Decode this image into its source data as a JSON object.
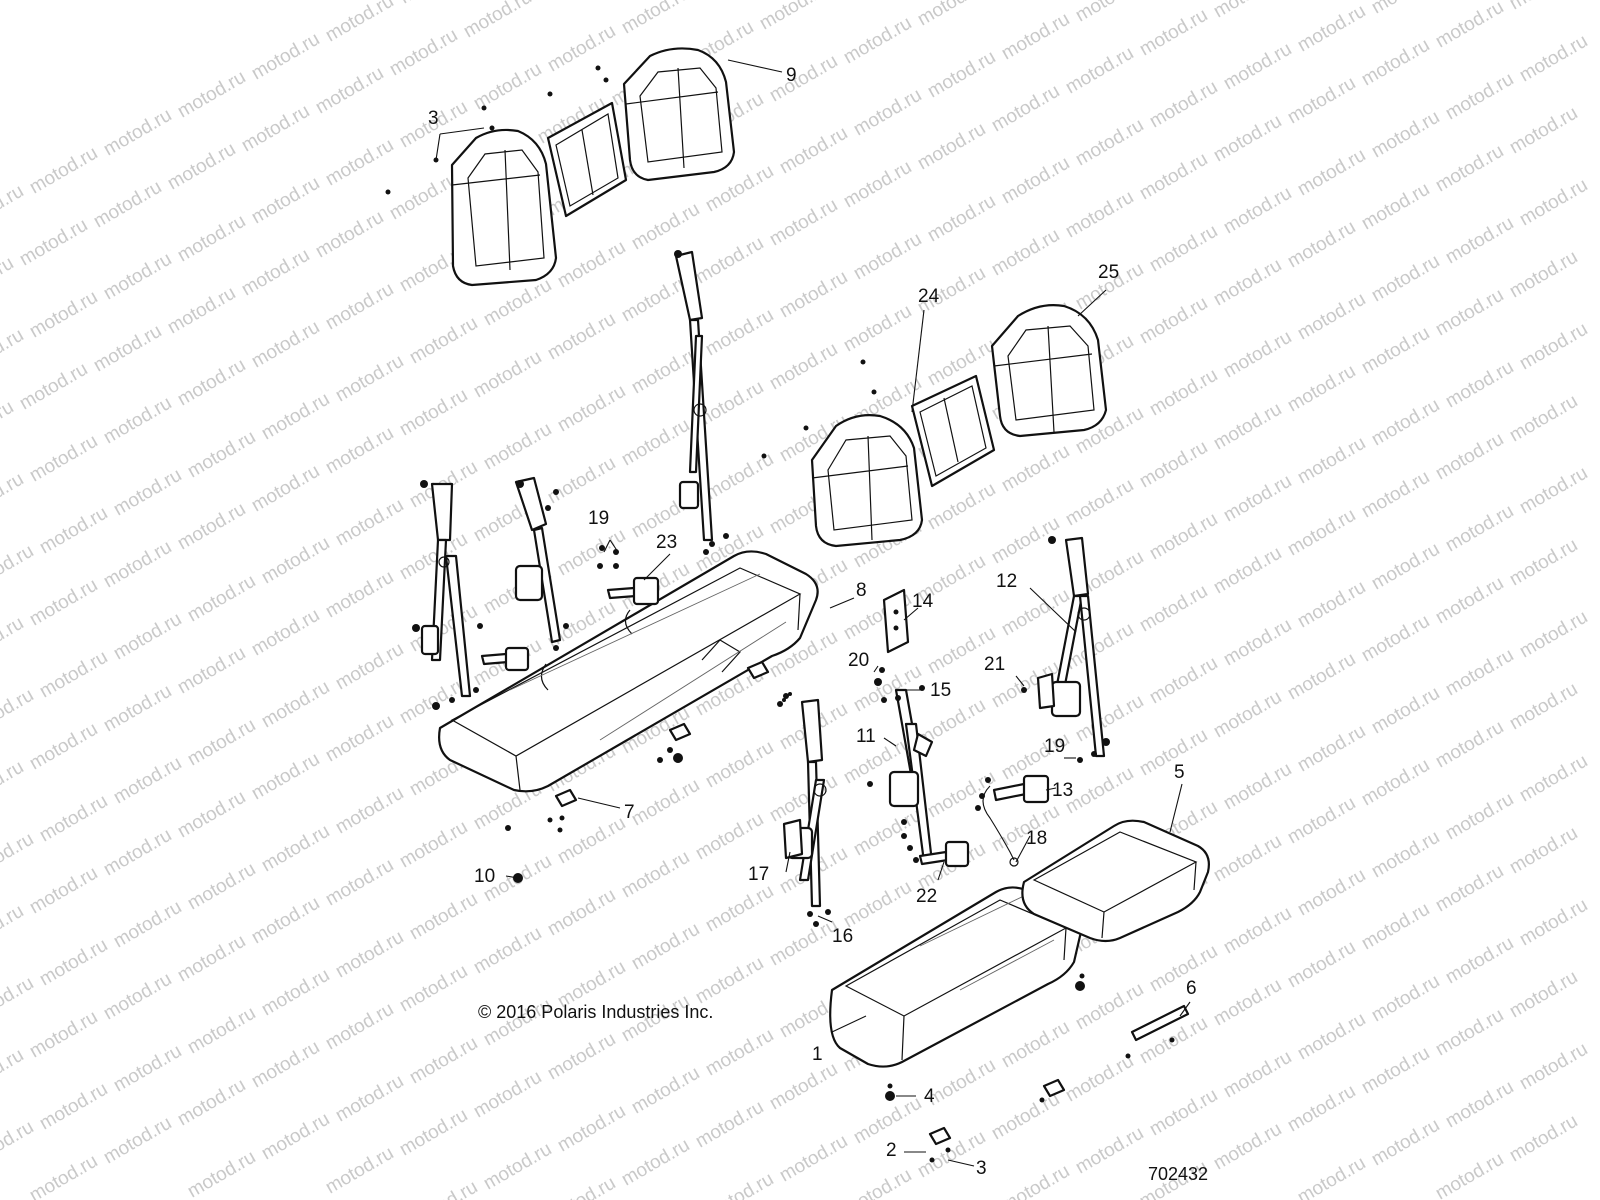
{
  "copyright": "© 2016 Polaris Industries Inc.",
  "diagram_id": "702432",
  "watermark": "motod.ru",
  "callouts": [
    "1",
    "2",
    "3",
    "3",
    "4",
    "5",
    "6",
    "7",
    "8",
    "9",
    "10",
    "11",
    "12",
    "13",
    "14",
    "15",
    "16",
    "17",
    "18",
    "19",
    "19",
    "20",
    "21",
    "22",
    "23",
    "24",
    "25"
  ],
  "colors": {
    "line": "#111111",
    "watermark": "#c9c9c9",
    "background": "#ffffff"
  },
  "icons": [
    "seat-back-icon",
    "seat-base-icon",
    "seat-belt-icon",
    "buckle-icon",
    "bracket-icon",
    "fastener-icon",
    "wire-harness-icon"
  ]
}
